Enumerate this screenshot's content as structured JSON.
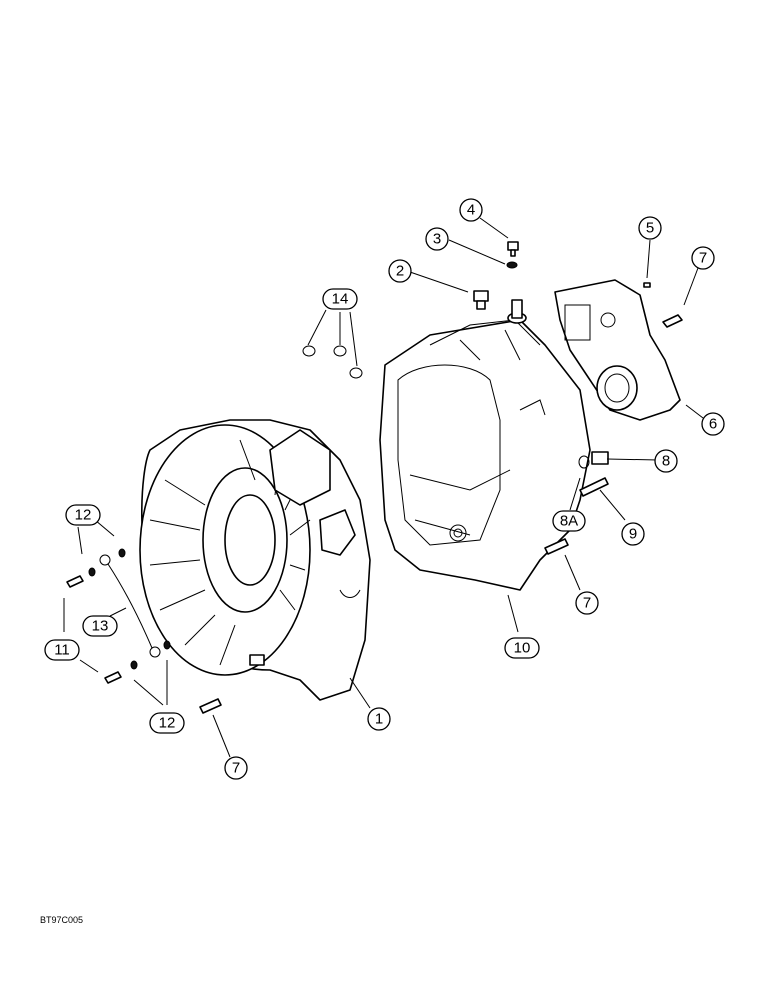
{
  "drawing_code": "BT97C005",
  "callouts": [
    {
      "id": "c1",
      "label": "1"
    },
    {
      "id": "c2",
      "label": "2"
    },
    {
      "id": "c3",
      "label": "3"
    },
    {
      "id": "c4",
      "label": "4"
    },
    {
      "id": "c5",
      "label": "5"
    },
    {
      "id": "c6",
      "label": "6"
    },
    {
      "id": "c7a",
      "label": "7"
    },
    {
      "id": "c7b",
      "label": "7"
    },
    {
      "id": "c7c",
      "label": "7"
    },
    {
      "id": "c8",
      "label": "8"
    },
    {
      "id": "c8a",
      "label": "8A"
    },
    {
      "id": "c9",
      "label": "9"
    },
    {
      "id": "c10",
      "label": "10"
    },
    {
      "id": "c11",
      "label": "11"
    },
    {
      "id": "c12a",
      "label": "12"
    },
    {
      "id": "c12b",
      "label": "12"
    },
    {
      "id": "c13",
      "label": "13"
    },
    {
      "id": "c14",
      "label": "14"
    }
  ]
}
